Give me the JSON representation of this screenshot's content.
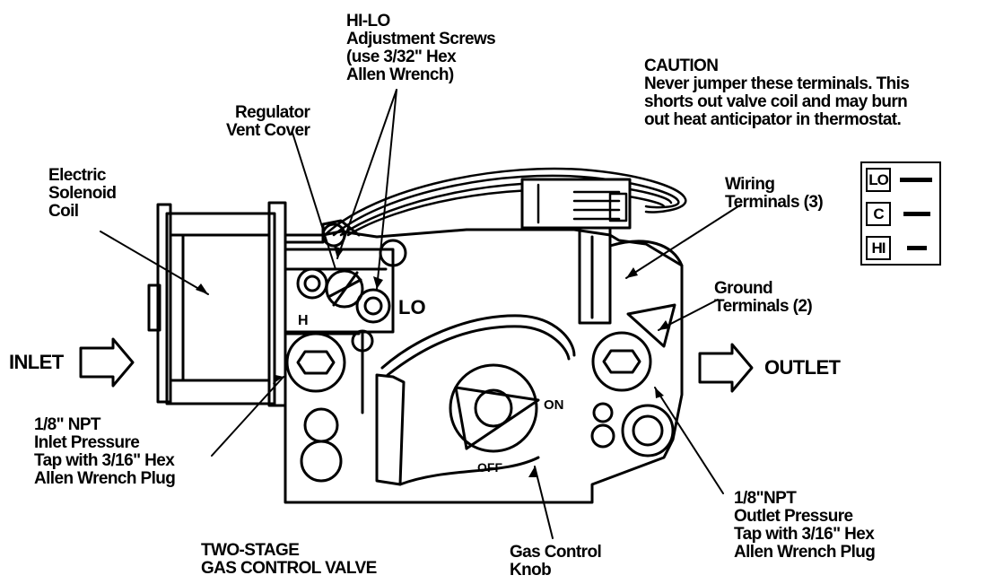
{
  "diagram": {
    "labels": {
      "hi_lo_screws": [
        "HI-LO",
        "Adjustment Screws",
        "(use 3/32\" Hex",
        "Allen Wrench)"
      ],
      "caution_title": "CAUTION",
      "caution_text": [
        "Never jumper these terminals. This",
        "shorts out valve coil and may burn",
        "out heat anticipator in thermostat."
      ],
      "regulator": [
        "Regulator",
        "Vent Cover"
      ],
      "solenoid": [
        "Electric",
        "Solenoid",
        "Coil"
      ],
      "wiring": [
        "Wiring",
        "Terminals (3)"
      ],
      "ground": [
        "Ground",
        "Terminals (2)"
      ],
      "inlet": "INLET",
      "outlet": "OUTLET",
      "inlet_tap": [
        "1/8\" NPT",
        "Inlet Pressure",
        "Tap with 3/16\" Hex",
        "Allen Wrench Plug"
      ],
      "outlet_tap": [
        "1/8\"NPT",
        "Outlet Pressure",
        "Tap with 3/16\" Hex",
        "Allen Wrench Plug"
      ],
      "valve_title": [
        "TWO-STAGE",
        "GAS CONTROL VALVE"
      ],
      "knob": [
        "Gas Control",
        "Knob"
      ]
    },
    "valve_marks": {
      "lo": "LO",
      "hi": "H",
      "on": "ON",
      "off": "OFF"
    },
    "legend": [
      {
        "key": "LO"
      },
      {
        "key": "C"
      },
      {
        "key": "HI"
      }
    ]
  }
}
